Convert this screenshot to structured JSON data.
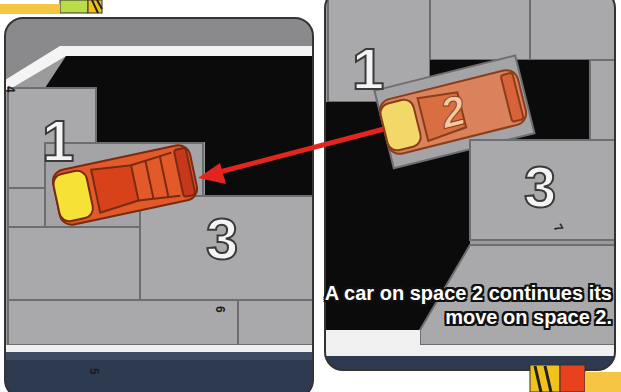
{
  "diagram": {
    "nodes": [
      {
        "text": [
          "2"
        ]
      }
    ],
    "labels": [
      "4",
      "1",
      "3",
      "6",
      "5",
      "1",
      "3",
      "7",
      "A car on space 2 continues its move on space 2."
    ]
  }
}
